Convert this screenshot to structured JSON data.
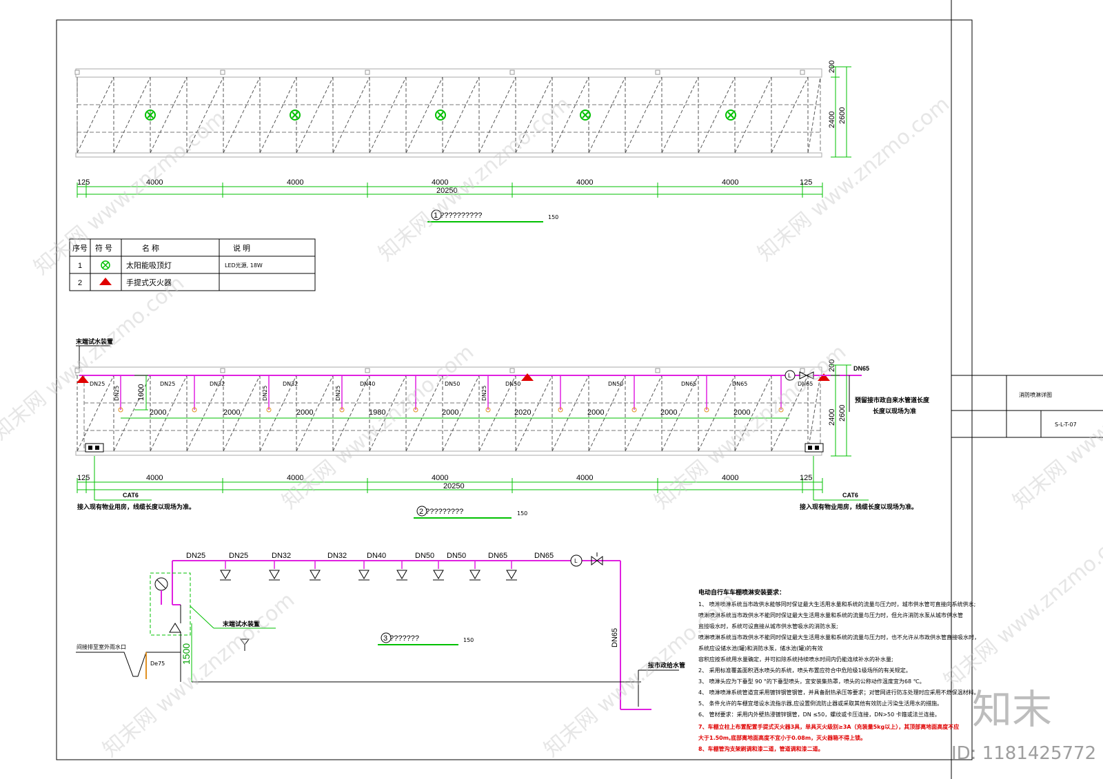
{
  "sheet": {
    "title": "消防喷淋详图",
    "code": "S-L-T-07"
  },
  "plan1": {
    "label": "1 ??????????",
    "scale": "150",
    "dims_top": [
      "200",
      "2400",
      "2600"
    ],
    "dims_bottom": [
      "125",
      "4000",
      "4000",
      "4000",
      "4000",
      "4000",
      "125"
    ],
    "total": "20250"
  },
  "legend": {
    "headers": [
      "序号",
      "符 号",
      "名 称",
      "说 明"
    ],
    "rows": [
      {
        "no": "1",
        "symbol": "light-icon",
        "name": "太阳能吸顶灯",
        "note": "LED光源, 18W"
      },
      {
        "no": "2",
        "symbol": "extinguisher-icon",
        "name": "手提式灭火器",
        "note": ""
      }
    ]
  },
  "plan2": {
    "label": "2 ?????????",
    "scale": "150",
    "test_device": "末端试水装置",
    "pipe_labels": [
      "DN25",
      "DN25",
      "DN32",
      "DN32",
      "DN40",
      "DN50",
      "DN50",
      "DN50",
      "DN65",
      "DN65",
      "DN65",
      "DN65"
    ],
    "riser_labels": [
      "DN25",
      "DN25",
      "DN25",
      "DN25"
    ],
    "spacing": [
      "2000",
      "2000",
      "2000",
      "1980",
      "2000",
      "2020",
      "2000",
      "2000",
      "2000"
    ],
    "branch_len": "1000",
    "dims_right": [
      "200",
      "2400",
      "2600"
    ],
    "dims_bottom": [
      "125",
      "4000",
      "4000",
      "4000",
      "4000",
      "4000",
      "125"
    ],
    "total": "20250",
    "cable_left": "CAT6",
    "cable_right": "CAT6",
    "cable_note_left": "接入现有物业用房，线缆长度以现场为准。",
    "cable_note_right": "接入现有物业用房，线缆长度以现场为准。",
    "water_note": [
      "预留接市政自来水管道长度",
      "长度以现场为准"
    ]
  },
  "system": {
    "label": "3 ???????",
    "scale": "150",
    "pipe_labels": [
      "DN25",
      "DN25",
      "DN32",
      "DN32",
      "DN40",
      "DN50",
      "DN50",
      "DN65",
      "DN65"
    ],
    "riser": "DN65",
    "height": "1500",
    "drain_pipe": "De75",
    "test_device": "末端试水装置",
    "drain_note": "间接排至室外雨水口",
    "supply_note": "接市政给水管"
  },
  "notes": {
    "title": "电动自行车车棚喷淋安装要求：",
    "lines": [
      "1、 喷淋喷淋系统当市政供水能够同时保证最大生活用水量和系统的流量与压力时，城市供水管可直接向系统供水;",
      "    喷淋喷淋系统当市政供水不能同时保证最大生活用水量和系统的流量与压力时，但允许消防水泵从城市供水管",
      "    直接吸水时，系统可设直接从城市供水管吸水的消防水泵;",
      "    喷淋喷淋系统当市政供水不能同时保证最大生活用水量和系统的流量与压力时，也不允许从市政供水管直接吸水时，",
      "    系统应设储水池(罐)和消防水泵，储水池(罐)的有效",
      "    容积应按系统用水量确定，并可扣除系统持续喷水时间内仍能连续补水的补水量;",
      "2、 采用标准覆盖面积洒水喷头的系统，喷头布置应符合中危险级1级场所的有关规定。",
      "3、 喷淋头应为下垂型 90 °的下垂型喷头，宜安装集热罩，喷头的公称动作温度宜为68 ℃。",
      "4、 喷淋喷淋系统管道宜采用镀锌钢管钢管，并具备耐热承压等要求；对管网进行防冻处理时应采用不燃保温材料。",
      "5、 条件允许的车棚宜增设水流指示器,应设置倒流防止器或采取其他有效防止污染生活用水的措施。",
      "6、 管材要求：采用内外壁热浸镀锌钢管，DN ≤50，螺纹或卡压连接，DN>50 卡箍或法兰连接。"
    ],
    "red_lines": [
      "7、车棚立柱上布置配置手提式灭火器3具，单具灭火级别≥3A（充装量5kg以上），其顶部离地面高度不应",
      "大于1.50m,底部离地面高度不宜小于0.08m，灭火器箱不得上锁。",
      "8、车棚管沟支架刷调和漆二道，管道调和漆二道。"
    ]
  },
  "watermark": {
    "site": "www.znzmo.com",
    "cn": "知末网",
    "brand": "知末",
    "id": "ID: 1181425772"
  }
}
